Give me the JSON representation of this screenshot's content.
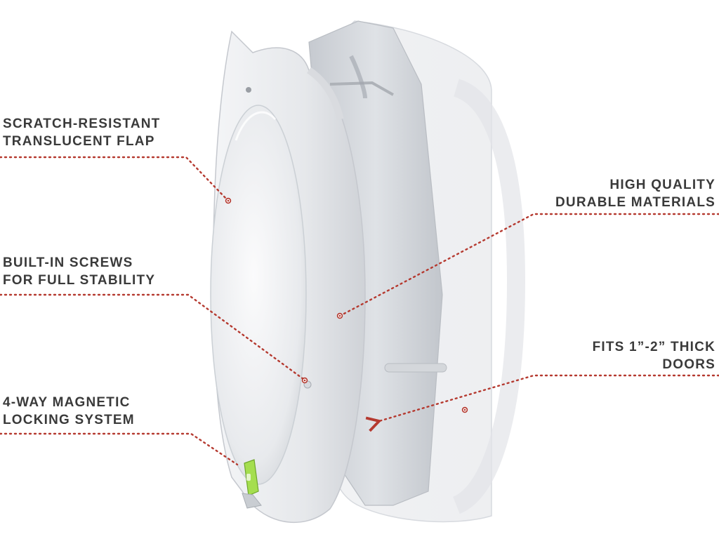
{
  "callouts": {
    "flap": {
      "line1": "SCRATCH-RESISTANT",
      "line2": "TRANSLUCENT FLAP"
    },
    "screws": {
      "line1": "BUILT-IN SCREWS",
      "line2": "FOR FULL STABILITY"
    },
    "lock": {
      "line1": "4-WAY MAGNETIC",
      "line2": "LOCKING SYSTEM"
    },
    "quality": {
      "line1": "HIGH QUALITY",
      "line2": "DURABLE MATERIALS"
    },
    "fits": {
      "line1": "FITS 1”-2” THICK",
      "line2": "DOORS"
    }
  },
  "colors": {
    "label_text": "#3a3a3a",
    "leader_line": "#b5392f",
    "product_body": "#e9ebee",
    "product_shadow": "#c9ccd1",
    "lock_accent": "#8fd13a"
  }
}
